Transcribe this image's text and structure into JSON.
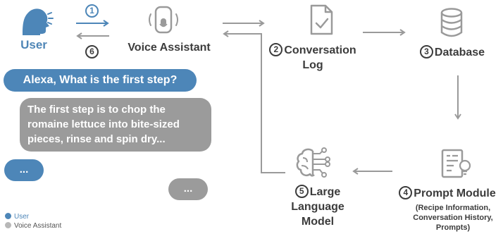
{
  "nodes": {
    "user": "User",
    "voice_assistant": "Voice Assistant",
    "conversation_log_line1": "Conversation",
    "conversation_log_line2": "Log",
    "database": "Database",
    "prompt_module": "Prompt Module",
    "prompt_module_sub1": "(Recipe Information,",
    "prompt_module_sub2": "Conversation History,",
    "prompt_module_sub3": "Prompts)",
    "llm_line1": "Large",
    "llm_line2": "Language",
    "llm_line3": "Model"
  },
  "steps": {
    "s1": "1",
    "s2": "2",
    "s3": "3",
    "s4": "4",
    "s5": "5",
    "s6": "6"
  },
  "chat": {
    "user_msg_1": "Alexa, What is the first step?",
    "va_msg_line1": "The first step is to chop the",
    "va_msg_line2": "romaine lettuce into bite-sized",
    "va_msg_line3": "pieces, rinse and spin dry...",
    "user_ellipsis": "...",
    "va_ellipsis": "..."
  },
  "legend": {
    "user": "User",
    "voice_assistant": "Voice Assistant"
  },
  "colors": {
    "user_blue": "#4d86b8",
    "assistant_gray": "#9b9b9b",
    "arrow_gray": "#9a9a9a",
    "text_dark": "#3c3c3c"
  }
}
